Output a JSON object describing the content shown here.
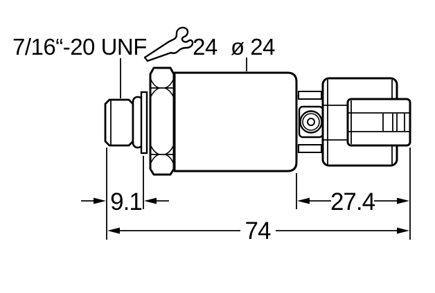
{
  "labels": {
    "thread_spec": "7/16“-20 UNF",
    "wrench_size": "24",
    "body_diameter": "ø 24"
  },
  "dimensions": {
    "port_length": "9.1",
    "connector_length": "27.4",
    "overall_length": "74"
  },
  "icons": {
    "wrench": "wrench-icon"
  },
  "colors": {
    "line": "#000000",
    "background": "#ffffff"
  }
}
